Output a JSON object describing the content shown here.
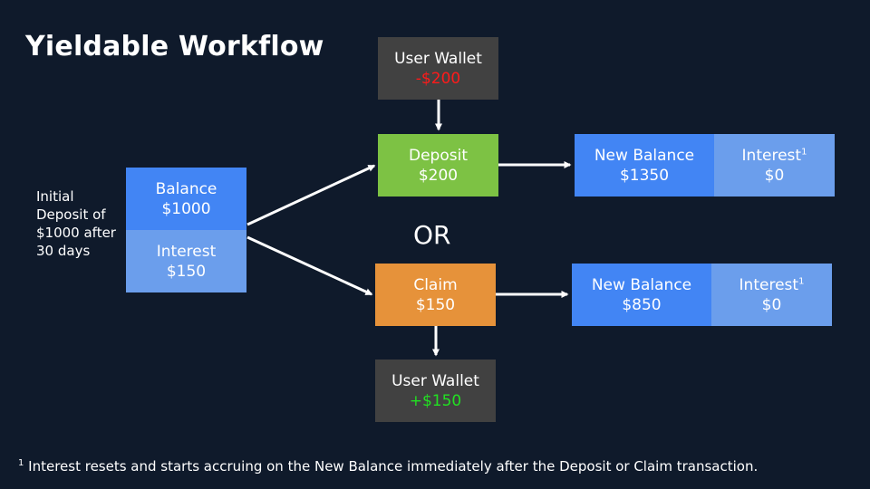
{
  "title": "Yieldable Workflow",
  "initial_note": "Initial Deposit of $1000 after 30 days",
  "start": {
    "balance_label": "Balance",
    "balance_value": "$1000",
    "interest_label": "Interest",
    "interest_value": "$150"
  },
  "top_wallet": {
    "label": "User Wallet",
    "value": "-$200",
    "value_color": "#ff1a1a"
  },
  "deposit": {
    "label": "Deposit",
    "value": "$200",
    "color": "#7dc244"
  },
  "or_label": "OR",
  "claim": {
    "label": "Claim",
    "value": "$150",
    "color": "#e6923a"
  },
  "bottom_wallet": {
    "label": "User Wallet",
    "value": "+$150",
    "value_color": "#22e022"
  },
  "deposit_result": {
    "balance_label": "New Balance",
    "balance_value": "$1350",
    "interest_label": "Interest",
    "interest_sup": "1",
    "interest_value": "$0"
  },
  "claim_result": {
    "balance_label": "New Balance",
    "balance_value": "$850",
    "interest_label": "Interest",
    "interest_sup": "1",
    "interest_value": "$0"
  },
  "footnote": {
    "marker": "1",
    "text": "Interest resets and starts accruing on the New Balance immediately after the Deposit or Claim transaction."
  },
  "colors": {
    "background": "#0f1a2b",
    "balance_blue": "#4285f4",
    "interest_blue": "#6b9eec",
    "wallet_gray": "#414141"
  }
}
